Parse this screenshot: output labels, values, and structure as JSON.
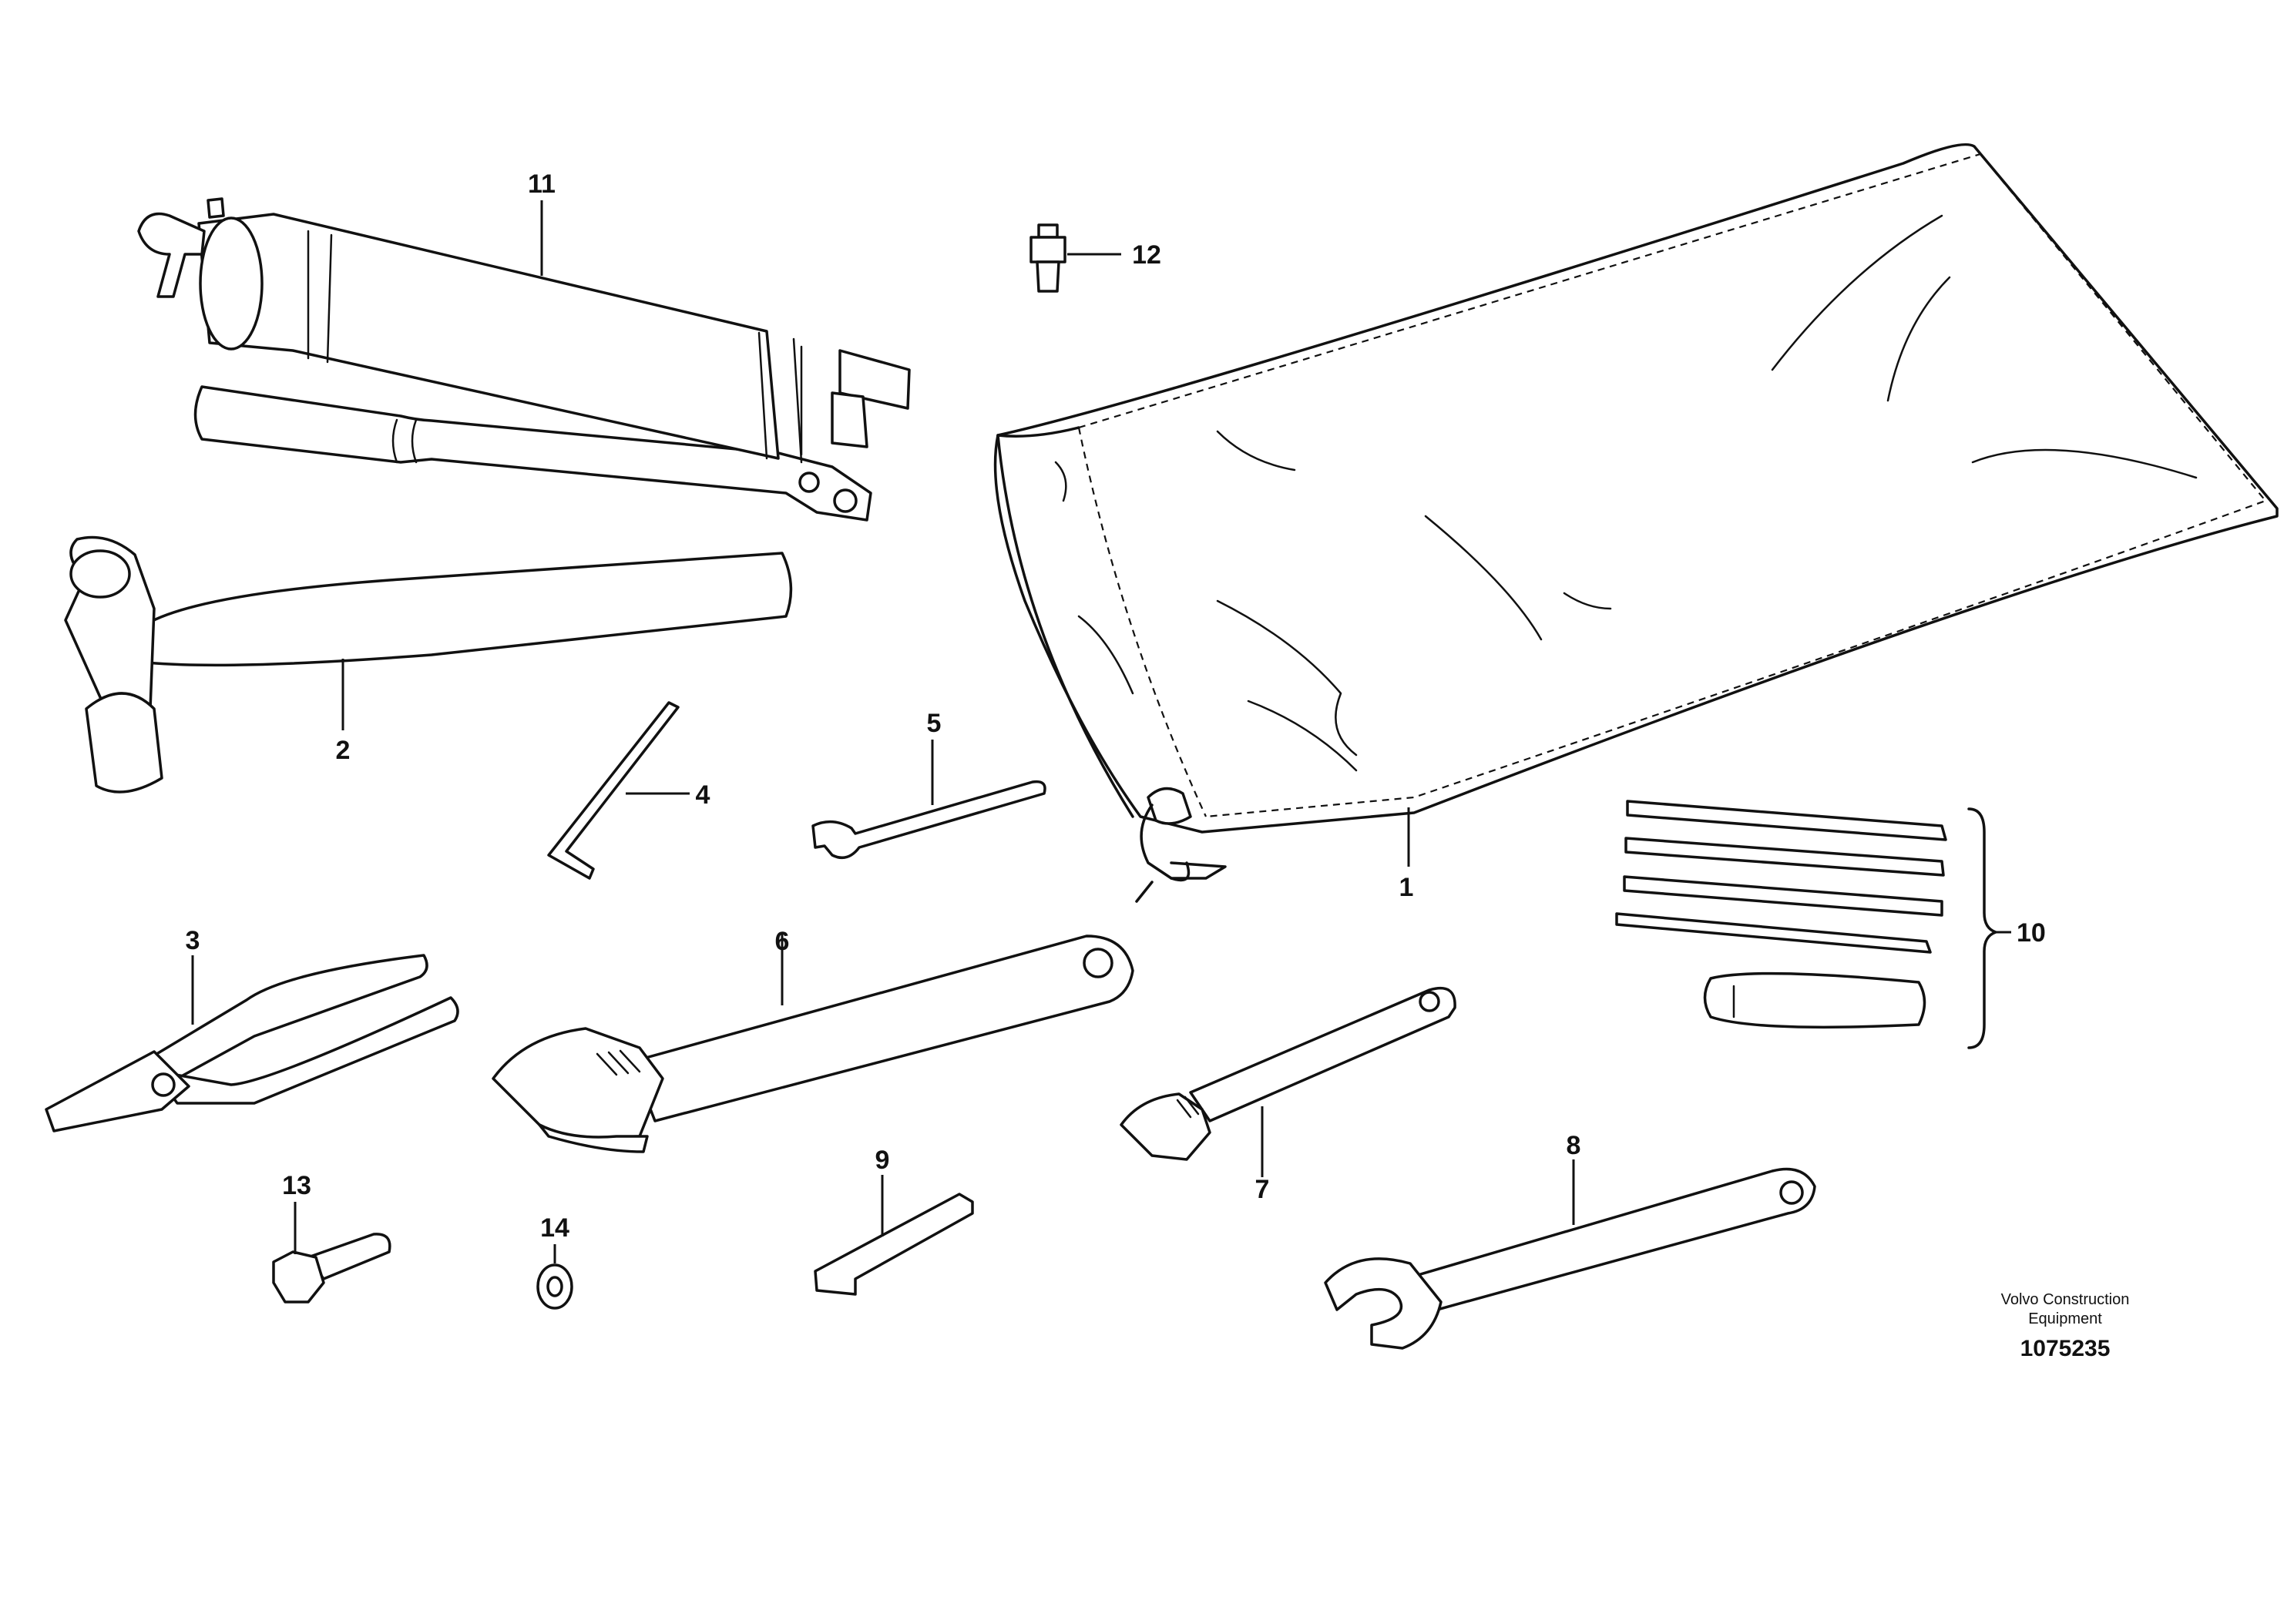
{
  "callouts": [
    {
      "id": "bag",
      "label": "1"
    },
    {
      "id": "hammer",
      "label": "2"
    },
    {
      "id": "pliers",
      "label": "3"
    },
    {
      "id": "hex-key",
      "label": "4"
    },
    {
      "id": "small-spanner",
      "label": "5"
    },
    {
      "id": "large-adjustable-wrench",
      "label": "6"
    },
    {
      "id": "small-adjustable-wrench",
      "label": "7"
    },
    {
      "id": "open-end-wrench",
      "label": "8"
    },
    {
      "id": "flat-key",
      "label": "9"
    },
    {
      "id": "screwdriver-set",
      "label": "10"
    },
    {
      "id": "grease-gun",
      "label": "11"
    },
    {
      "id": "grease-nipple",
      "label": "12"
    },
    {
      "id": "bolt",
      "label": "13"
    },
    {
      "id": "washer",
      "label": "14"
    }
  ],
  "brand": {
    "line1": "Volvo Construction",
    "line2": "Equipment"
  },
  "drawing_number": "1075235"
}
